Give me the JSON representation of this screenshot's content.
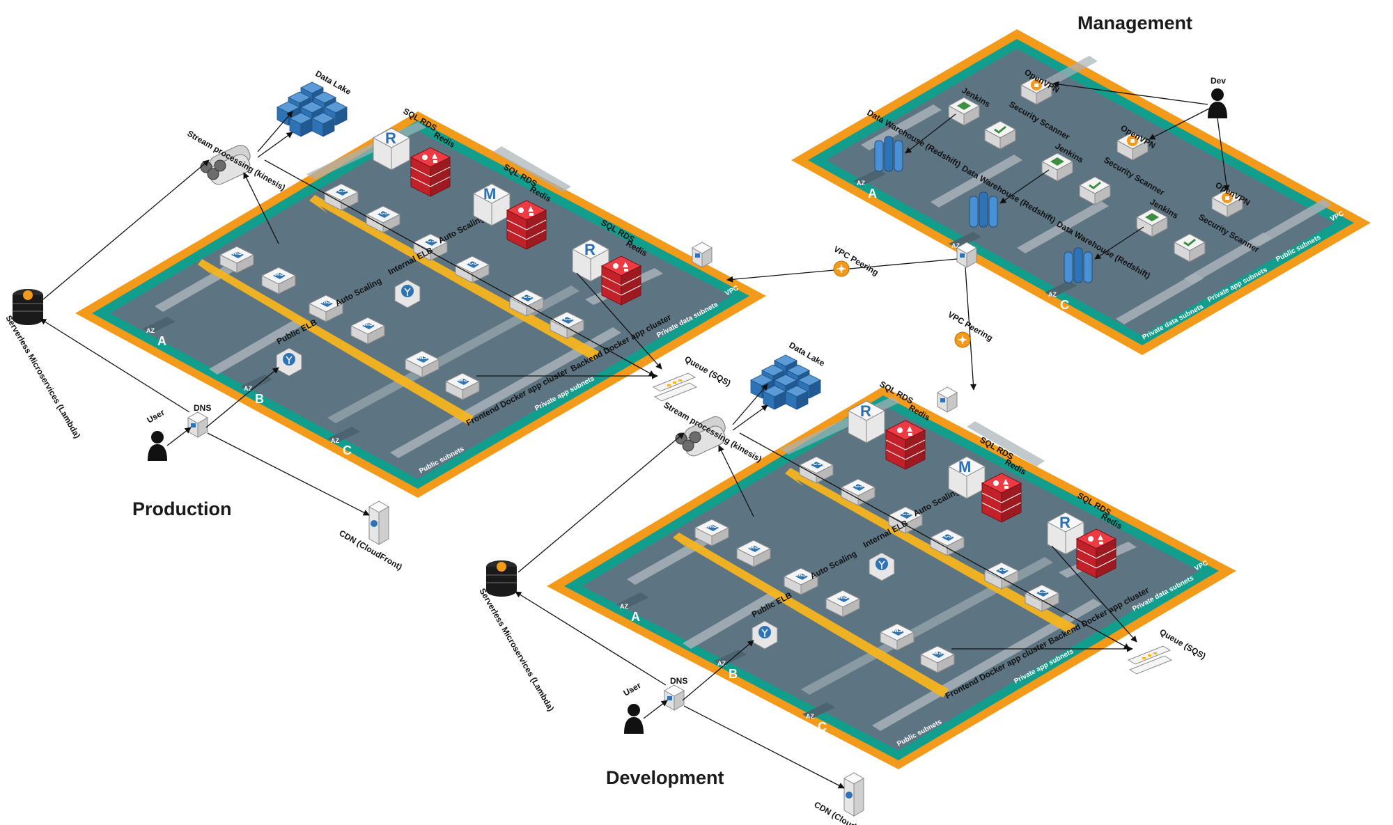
{
  "regions": {
    "production": {
      "title": "Production"
    },
    "development": {
      "title": "Development"
    },
    "management": {
      "title": "Management"
    }
  },
  "labels": {
    "vpc": "VPC",
    "az": "AZ",
    "az_a": "A",
    "az_b": "B",
    "az_c": "C",
    "public_subnets": "Public subnets",
    "private_app_subnets": "Private app subnets",
    "private_data_subnets": "Private data subnets",
    "frontend_cluster": "Frontend Docker app cluster",
    "backend_cluster": "Backend Docker app cluster",
    "auto_scaling": "Auto Scaling",
    "internal_elb": "Internal ELB",
    "public_elb": "Public ELB",
    "sql_rds": "SQL RDS",
    "redis": "Redis",
    "queue": "Queue (SQS)",
    "stream": "Stream processing (kinesis)",
    "data_lake": "Data Lake",
    "serverless": "Serverless Microservices (Lambda)",
    "dns": "DNS",
    "user": "User",
    "cdn": "CDN (CloudFront)",
    "vpc_peering": "VPC Peering",
    "dev": "Dev",
    "openvpn": "OpenVPN",
    "jenkins": "Jenkins",
    "security_scanner": "Security Scanner",
    "data_warehouse": "Data Warehouse (Redshift)",
    "ms": "MS",
    "cs": "CS",
    "rds_r": "R",
    "rds_m": "M"
  },
  "colors": {
    "orange": "#f39a1b",
    "teal": "#129e8c",
    "slate": "#5d7583",
    "subnet": "#a8b2b8",
    "arrow": "#f5b41e",
    "redis": "#d9262e",
    "aws_blue": "#2f73b7"
  }
}
